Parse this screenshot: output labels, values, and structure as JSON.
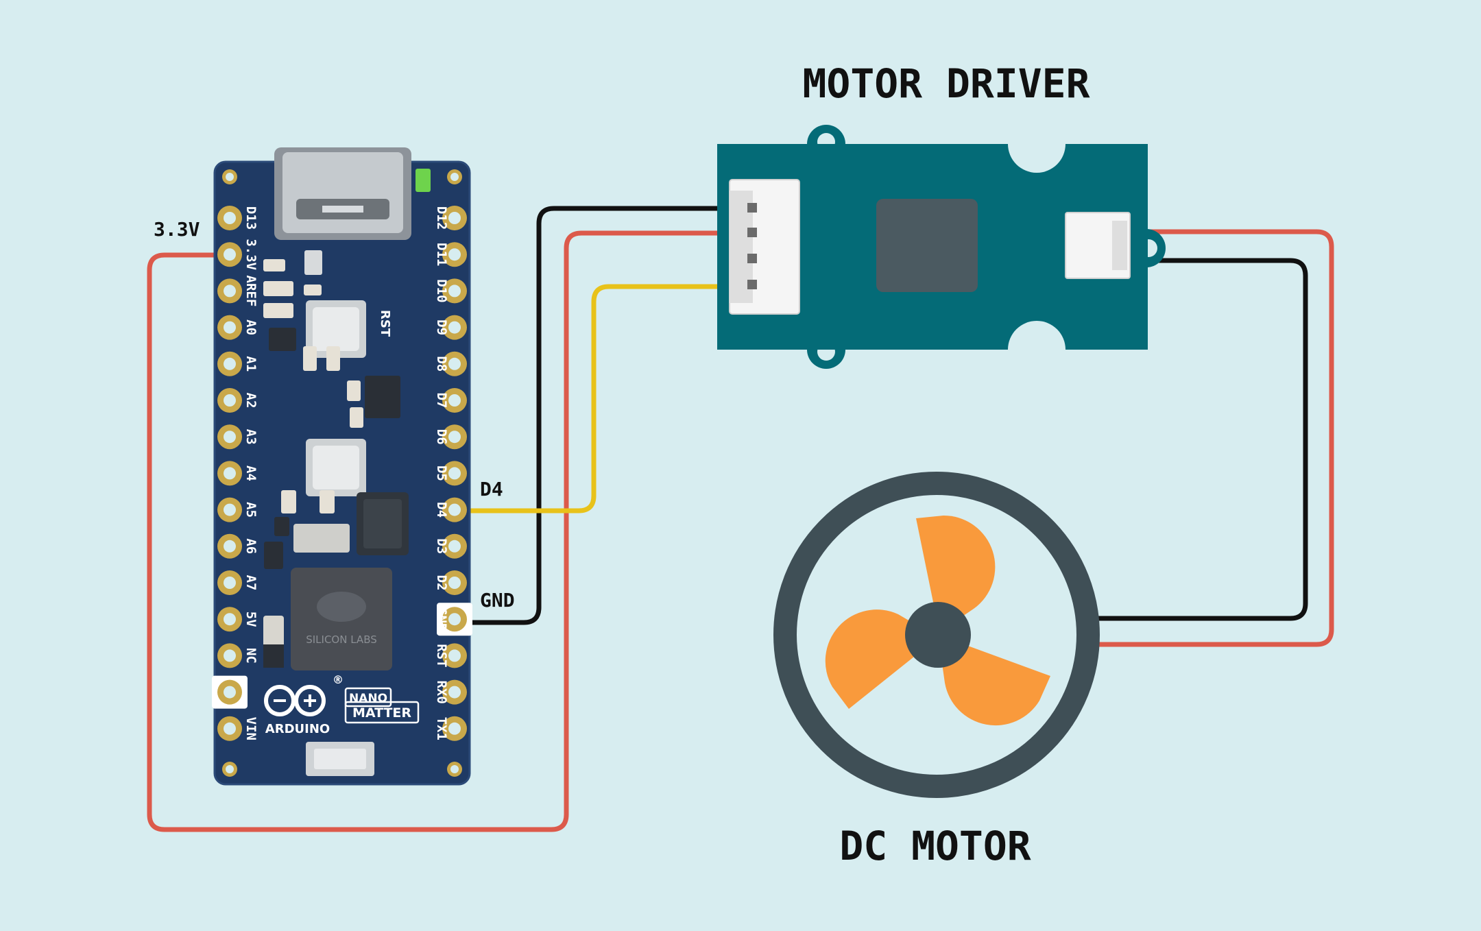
{
  "titles": {
    "motor_driver": "MOTOR DRIVER",
    "dc_motor": "DC MOTOR"
  },
  "labels": {
    "v33": "3.3V",
    "d4": "D4",
    "gnd": "GND"
  },
  "board": {
    "left_pins": [
      "D13",
      "3.3V",
      "AREF",
      "A0",
      "A1",
      "A2",
      "A3",
      "A4",
      "A5",
      "A6",
      "A7",
      "5V",
      "NC",
      "",
      "VIN"
    ],
    "right_pins": [
      "D12",
      "D11",
      "D10",
      "D9",
      "D8",
      "D7",
      "D6",
      "D5",
      "D4",
      "D3",
      "D2",
      "GND",
      "RST",
      "RX0",
      "TX1"
    ],
    "brand": "ARDUINO",
    "model_line1": "NANO",
    "model_line2": "MATTER",
    "chip_text": "SILICON LABS",
    "reset_label": "RST",
    "registered": "®"
  },
  "colors": {
    "background": "#d7edf0",
    "wire_red": "#dc5a4b",
    "wire_black": "#111111",
    "wire_yellow": "#e8c21a",
    "board_blue": "#1f3a64",
    "driver_teal": "#046b77",
    "motor_ring": "#3f4f56",
    "fan_orange": "#f99a3c"
  }
}
